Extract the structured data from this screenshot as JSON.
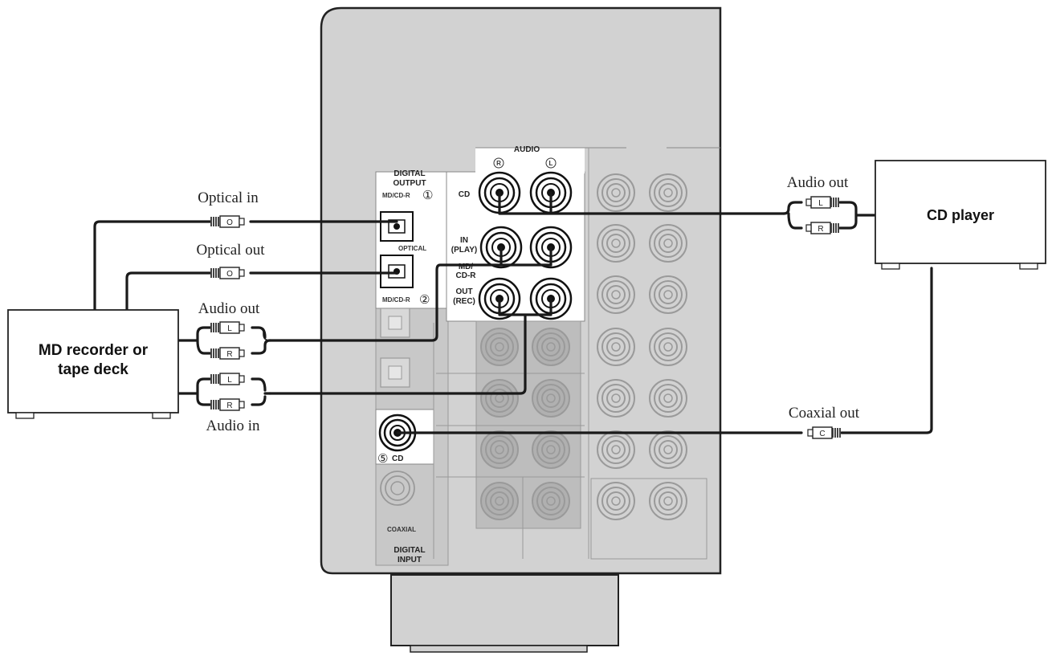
{
  "devices": {
    "md_recorder": "MD recorder or tape deck",
    "cd_player": "CD player"
  },
  "cable_labels": {
    "optical_in": "Optical in",
    "optical_out": "Optical out",
    "audio_out_md": "Audio out",
    "audio_in_md": "Audio in",
    "audio_out_cd": "Audio out",
    "coaxial_out": "Coaxial out"
  },
  "plug_letters": {
    "optical": "O",
    "left": "L",
    "right": "R",
    "coaxial": "C"
  },
  "panel": {
    "digital_output_line1": "DIGITAL",
    "digital_output_line2": "OUTPUT",
    "md_cdr_1": "MD/CD-R",
    "num_1": "①",
    "optical": "OPTICAL",
    "md_cdr_2": "MD/CD-R",
    "num_2": "②",
    "audio": "AUDIO",
    "ch_r": "R",
    "ch_l": "L",
    "cd": "CD",
    "in_label": "IN",
    "play_label": "(PLAY)",
    "md_label": "MD/",
    "cdr_label": "CD-R",
    "out_label": "OUT",
    "rec_label": "(REC)",
    "num_5": "⑤",
    "cd_coax": "CD",
    "coaxial": "COAXIAL",
    "digital_input_line1": "DIGITAL",
    "digital_input_line2": "INPUT"
  },
  "colors": {
    "chassis": "#d2d2d2",
    "chassis_edge": "#222222",
    "jack_block": "#ffffff",
    "greyed_jack": "#a8a8a8",
    "cable": "#1a1a1a"
  }
}
